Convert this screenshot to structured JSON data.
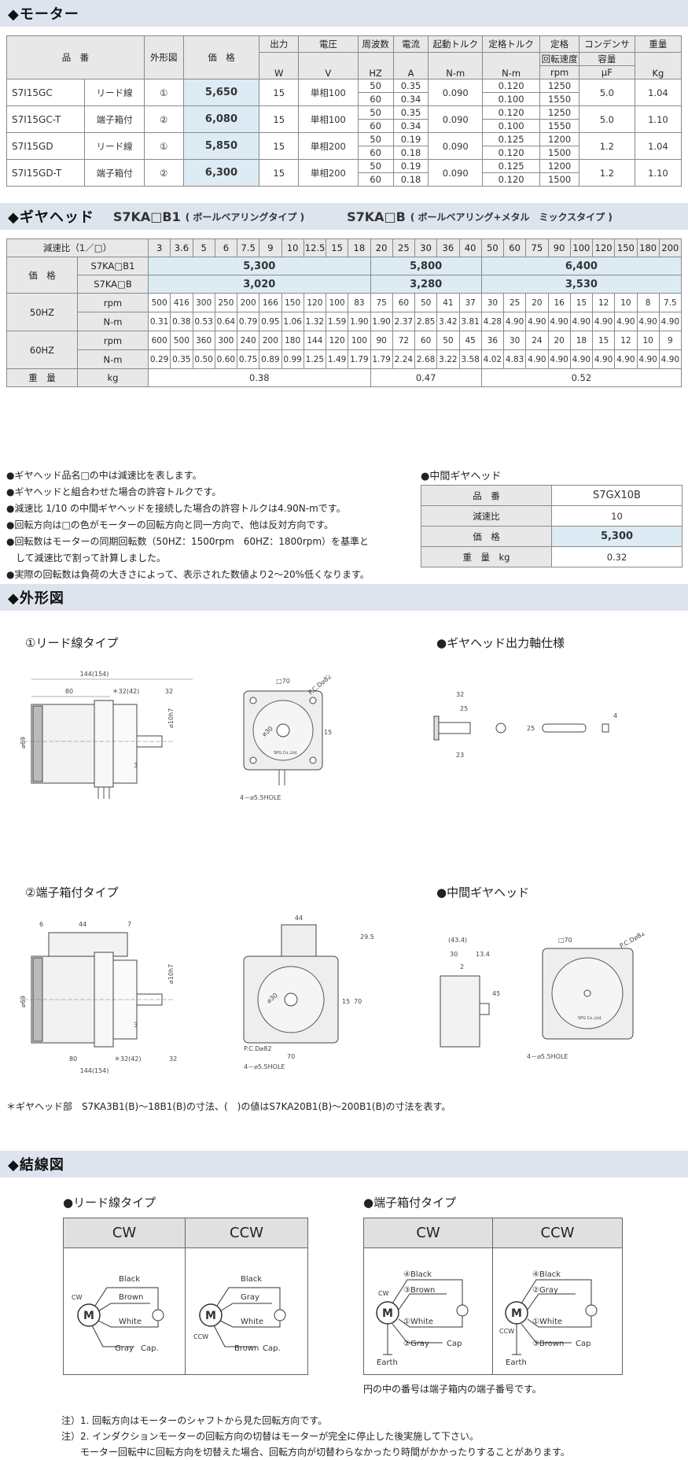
{
  "motor": {
    "title": "◆モーター",
    "head": {
      "c1": "品　番",
      "c2": "外形図",
      "c3": "価　格",
      "c4a": "出力",
      "c4b": "W",
      "c5a": "電圧",
      "c5b": "V",
      "c6a": "周波数",
      "c6b": "HZ",
      "c7a": "電流",
      "c7b": "A",
      "c8a": "起動トルク",
      "c8b": "N-m",
      "c9a": "定格トルク",
      "c9b": "N-m",
      "c10a": "定格",
      "c10b": "回転速度",
      "c10c": "rpm",
      "c11a": "コンデンサ",
      "c11b": "容量",
      "c11c": "μF",
      "c12a": "重量",
      "c12b": "Kg"
    },
    "rows": [
      {
        "model": "S7I15GC",
        "lead": "リード線",
        "fig": "①",
        "price": "5,650",
        "w": "15",
        "v": "単相100",
        "f": [
          "50",
          "60"
        ],
        "a": [
          "0.35",
          "0.34"
        ],
        "st": "0.090",
        "rt": [
          "0.120",
          "0.100"
        ],
        "rpm": [
          "1250",
          "1550"
        ],
        "cap": "5.0",
        "kg": "1.04"
      },
      {
        "model": "S7I15GC-T",
        "lead": "端子箱付",
        "fig": "②",
        "price": "6,080",
        "w": "15",
        "v": "単相100",
        "f": [
          "50",
          "60"
        ],
        "a": [
          "0.35",
          "0.34"
        ],
        "st": "0.090",
        "rt": [
          "0.120",
          "0.100"
        ],
        "rpm": [
          "1250",
          "1550"
        ],
        "cap": "5.0",
        "kg": "1.10"
      },
      {
        "model": "S7I15GD",
        "lead": "リード線",
        "fig": "①",
        "price": "5,850",
        "w": "15",
        "v": "単相200",
        "f": [
          "50",
          "60"
        ],
        "a": [
          "0.19",
          "0.18"
        ],
        "st": "0.090",
        "rt": [
          "0.125",
          "0.120"
        ],
        "rpm": [
          "1200",
          "1500"
        ],
        "cap": "1.2",
        "kg": "1.04"
      },
      {
        "model": "S7I15GD-T",
        "lead": "端子箱付",
        "fig": "②",
        "price": "6,300",
        "w": "15",
        "v": "単相200",
        "f": [
          "50",
          "60"
        ],
        "a": [
          "0.19",
          "0.18"
        ],
        "st": "0.090",
        "rt": [
          "0.125",
          "0.120"
        ],
        "rpm": [
          "1200",
          "1500"
        ],
        "cap": "1.2",
        "kg": "1.10"
      }
    ]
  },
  "gear": {
    "title": "◆ギヤヘッド",
    "s1": "S7KA□B1",
    "s1b": "( ボールベアリングタイプ )",
    "s2": "S7KA□B",
    "s2b": "( ボールベアリング+メタル　ミックスタイプ )",
    "ratio_label": "減速比（1／□）",
    "ratios": [
      "3",
      "3.6",
      "5",
      "6",
      "7.5",
      "9",
      "10",
      "12.5",
      "15",
      "18",
      "20",
      "25",
      "30",
      "36",
      "40",
      "50",
      "60",
      "75",
      "90",
      "100",
      "120",
      "150",
      "180",
      "200"
    ],
    "price_label": "価　格",
    "b1": "S7KA□B1",
    "b": "S7KA□B",
    "b1_prices": [
      "5,300",
      "5,800",
      "6,400"
    ],
    "b_prices": [
      "3,020",
      "3,280",
      "3,530"
    ],
    "hz50": "50HZ",
    "hz60": "60HZ",
    "rpm": "rpm",
    "nm": "N-m",
    "rpm50": [
      "500",
      "416",
      "300",
      "250",
      "200",
      "166",
      "150",
      "120",
      "100",
      "83",
      "75",
      "60",
      "50",
      "41",
      "37",
      "30",
      "25",
      "20",
      "16",
      "15",
      "12",
      "10",
      "8",
      "7.5"
    ],
    "nm50": [
      "0.31",
      "0.38",
      "0.53",
      "0.64",
      "0.79",
      "0.95",
      "1.06",
      "1.32",
      "1.59",
      "1.90",
      "1.90",
      "2.37",
      "2.85",
      "3.42",
      "3.81",
      "4.28",
      "4.90",
      "4.90",
      "4.90",
      "4.90",
      "4.90",
      "4.90",
      "4.90",
      "4.90"
    ],
    "rpm60": [
      "600",
      "500",
      "360",
      "300",
      "240",
      "200",
      "180",
      "144",
      "120",
      "100",
      "90",
      "72",
      "60",
      "50",
      "45",
      "36",
      "30",
      "24",
      "20",
      "18",
      "15",
      "12",
      "10",
      "9"
    ],
    "nm60": [
      "0.29",
      "0.35",
      "0.50",
      "0.60",
      "0.75",
      "0.89",
      "0.99",
      "1.25",
      "1.49",
      "1.79",
      "1.79",
      "2.24",
      "2.68",
      "3.22",
      "3.58",
      "4.02",
      "4.83",
      "4.90",
      "4.90",
      "4.90",
      "4.90",
      "4.90",
      "4.90",
      "4.90"
    ],
    "weight_label": "重　量",
    "kg": "kg",
    "weights": [
      "0.38",
      "0.47",
      "0.52"
    ]
  },
  "notes": [
    "●ギヤヘッド品名□の中は減速比を表します。",
    "●ギヤヘッドと組合わせた場合の許容トルクです。",
    "●減速比 1/10 の中間ギヤヘッドを接続した場合の許容トルクは4.90N-mです。",
    "●回転方向は□の色がモーターの回転方向と同一方向で、他は反対方向です。",
    "●回転数はモーターの同期回転数（50HZ：1500rpm　60HZ：1800rpm）を基準と",
    "　して減速比で割って計算しました。",
    "●実際の回転数は負荷の大きさによって、表示された数値より2～20%低くなります。"
  ],
  "mid": {
    "title": "●中間ギヤヘッド",
    "r1l": "品　番",
    "r1v": "S7GX10B",
    "r2l": "減速比",
    "r2v": "10",
    "r3l": "価　格",
    "r3v": "5,300",
    "r4l": "重　量　kg",
    "r4v": "0.32"
  },
  "outline": {
    "title": "◆外形図",
    "d1": "①リード線タイプ",
    "d2": "●ギヤヘッド出力軸仕様",
    "d3": "②端子箱付タイプ",
    "d4": "●中間ギヤヘッド",
    "dims": {
      "t144": "144(154)",
      "t80": "80",
      "t32a": "＊32(42)",
      "t32b": "32",
      "t70": "□70",
      "pcd": "P.C.D⌀82",
      "hole": "4－⌀5.5HOLE",
      "t30": "⌀30",
      "t15": "15",
      "t3": "3",
      "d69": "⌀69",
      "d10": "⌀10h7",
      "s32": "32",
      "s25": "25",
      "s23": "23",
      "s25b": "25",
      "s4": "4",
      "t6": "6",
      "t44": "44",
      "t7": "7",
      "t29": "29.5",
      "t70v": "70",
      "t70h": "70",
      "t434": "(43.4)",
      "t30b": "30",
      "t134": "13.4",
      "t2": "2",
      "t45": "45",
      "spg": "SPG Co.,Ltd."
    },
    "footnote": "＊ギヤヘッド部　S7KA3B1(B)～18B1(B)の寸法、(　)の値はS7KA20B1(B)～200B1(B)の寸法を表す。"
  },
  "wiring": {
    "title": "◆結線図",
    "lead": "●リード線タイプ",
    "term": "●端子箱付タイプ",
    "cw": "CW",
    "ccw": "CCW",
    "black": "Black",
    "brown": "Brown",
    "white": "White",
    "gray": "Gray",
    "cap": "Cap.",
    "cap2": "Cap",
    "m": "M",
    "earth": "Earth",
    "t_black": "④Black",
    "t_brown": "③Brown",
    "t_white": "①White",
    "t_gray": "②Gray",
    "t_gray2": "②Gray",
    "t_brown2": "③Brown",
    "term_note": "円の中の番号は端子箱内の端子番号です。"
  },
  "footer": [
    "注）1. 回転方向はモーターのシャフトから見た回転方向です。",
    "注）2. インダクションモーターの回転方向の切替はモーターが完全に停止した後実施して下さい。",
    "　　モーター回転中に回転方向を切替えた場合、回転方向が切替わらなかったり時間がかかったりすることがあります。"
  ],
  "colors": {
    "band": "#dde4ee",
    "price": "#dcebf4",
    "header": "#e8e8e8"
  }
}
